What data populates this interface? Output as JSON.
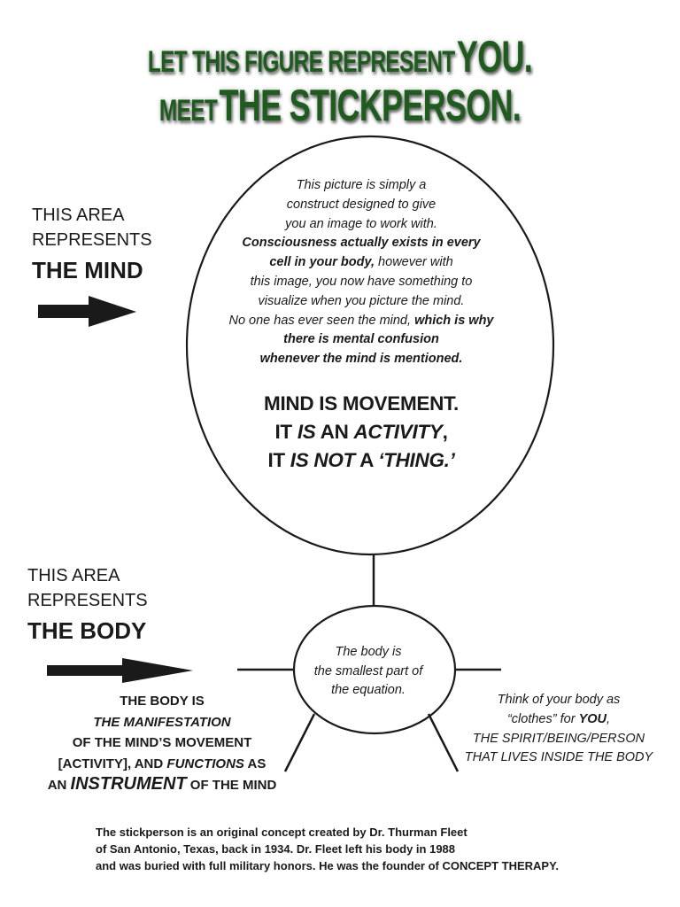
{
  "title": {
    "line1_small": "LET THIS FIGURE REPRESENT",
    "line1_big": "YOU.",
    "line2_small": "MEET",
    "line2_big": "THE STICKPERSON."
  },
  "mind_label": {
    "line1": "THIS AREA",
    "line2": "REPRESENTS",
    "bold": "THE MIND"
  },
  "mind_text": {
    "p1": "This picture is simply a",
    "p2": "construct designed to give",
    "p3": "you an image to work with.",
    "p4": "Consciousness actually exists in every",
    "p5_bold": "cell in your body,",
    "p5_rest": " however with",
    "p6": "this image, you now have something to",
    "p7": "visualize when you picture the mind.",
    "p8_start": "No one has ever seen the mind, ",
    "p8_bold": "which is why",
    "p9": "there is mental confusion",
    "p10": "whenever the mind is mentioned."
  },
  "mind_big": {
    "line1": "MIND IS MOVEMENT.",
    "line2_a": "IT ",
    "line2_b": "IS",
    "line2_c": " AN ",
    "line2_d": "ACTIVITY",
    "line2_e": ",",
    "line3_a": "IT ",
    "line3_b": "IS NOT",
    "line3_c": " A ",
    "line3_d": "‘THING.’"
  },
  "body_label": {
    "line1": "THIS AREA",
    "line2": "REPRESENTS",
    "bold": "THE BODY"
  },
  "body_inner": {
    "line1": "The body is",
    "line2": "the smallest part of",
    "line3": "the equation."
  },
  "body_left": {
    "l1": "THE BODY IS",
    "l2": "THE MANIFESTATION",
    "l3": "OF THE MIND’S MOVEMENT",
    "l4_a": "[ACTIVITY], AND ",
    "l4_b": "FUNCTIONS",
    "l4_c": " AS",
    "l5_a": "AN ",
    "l5_b": "INSTRUMENT",
    "l5_c": " OF THE MIND"
  },
  "body_right": {
    "l1": "Think of your body as",
    "l2_a": "“clothes” for ",
    "l2_b": "YOU",
    "l2_c": ",",
    "l3": "THE SPIRIT/BEING/PERSON",
    "l4": "THAT LIVES INSIDE THE BODY"
  },
  "footer": {
    "l1": "The stickperson is an original concept created by Dr. Thurman Fleet",
    "l2": "of San Antonio, Texas, back in 1934. Dr. Fleet left his body in 1988",
    "l3": "and was buried with full military honors. He was the founder of CONCEPT THERAPY."
  },
  "colors": {
    "title_green": "#1f5a1f",
    "ink": "#1a1a1a"
  }
}
